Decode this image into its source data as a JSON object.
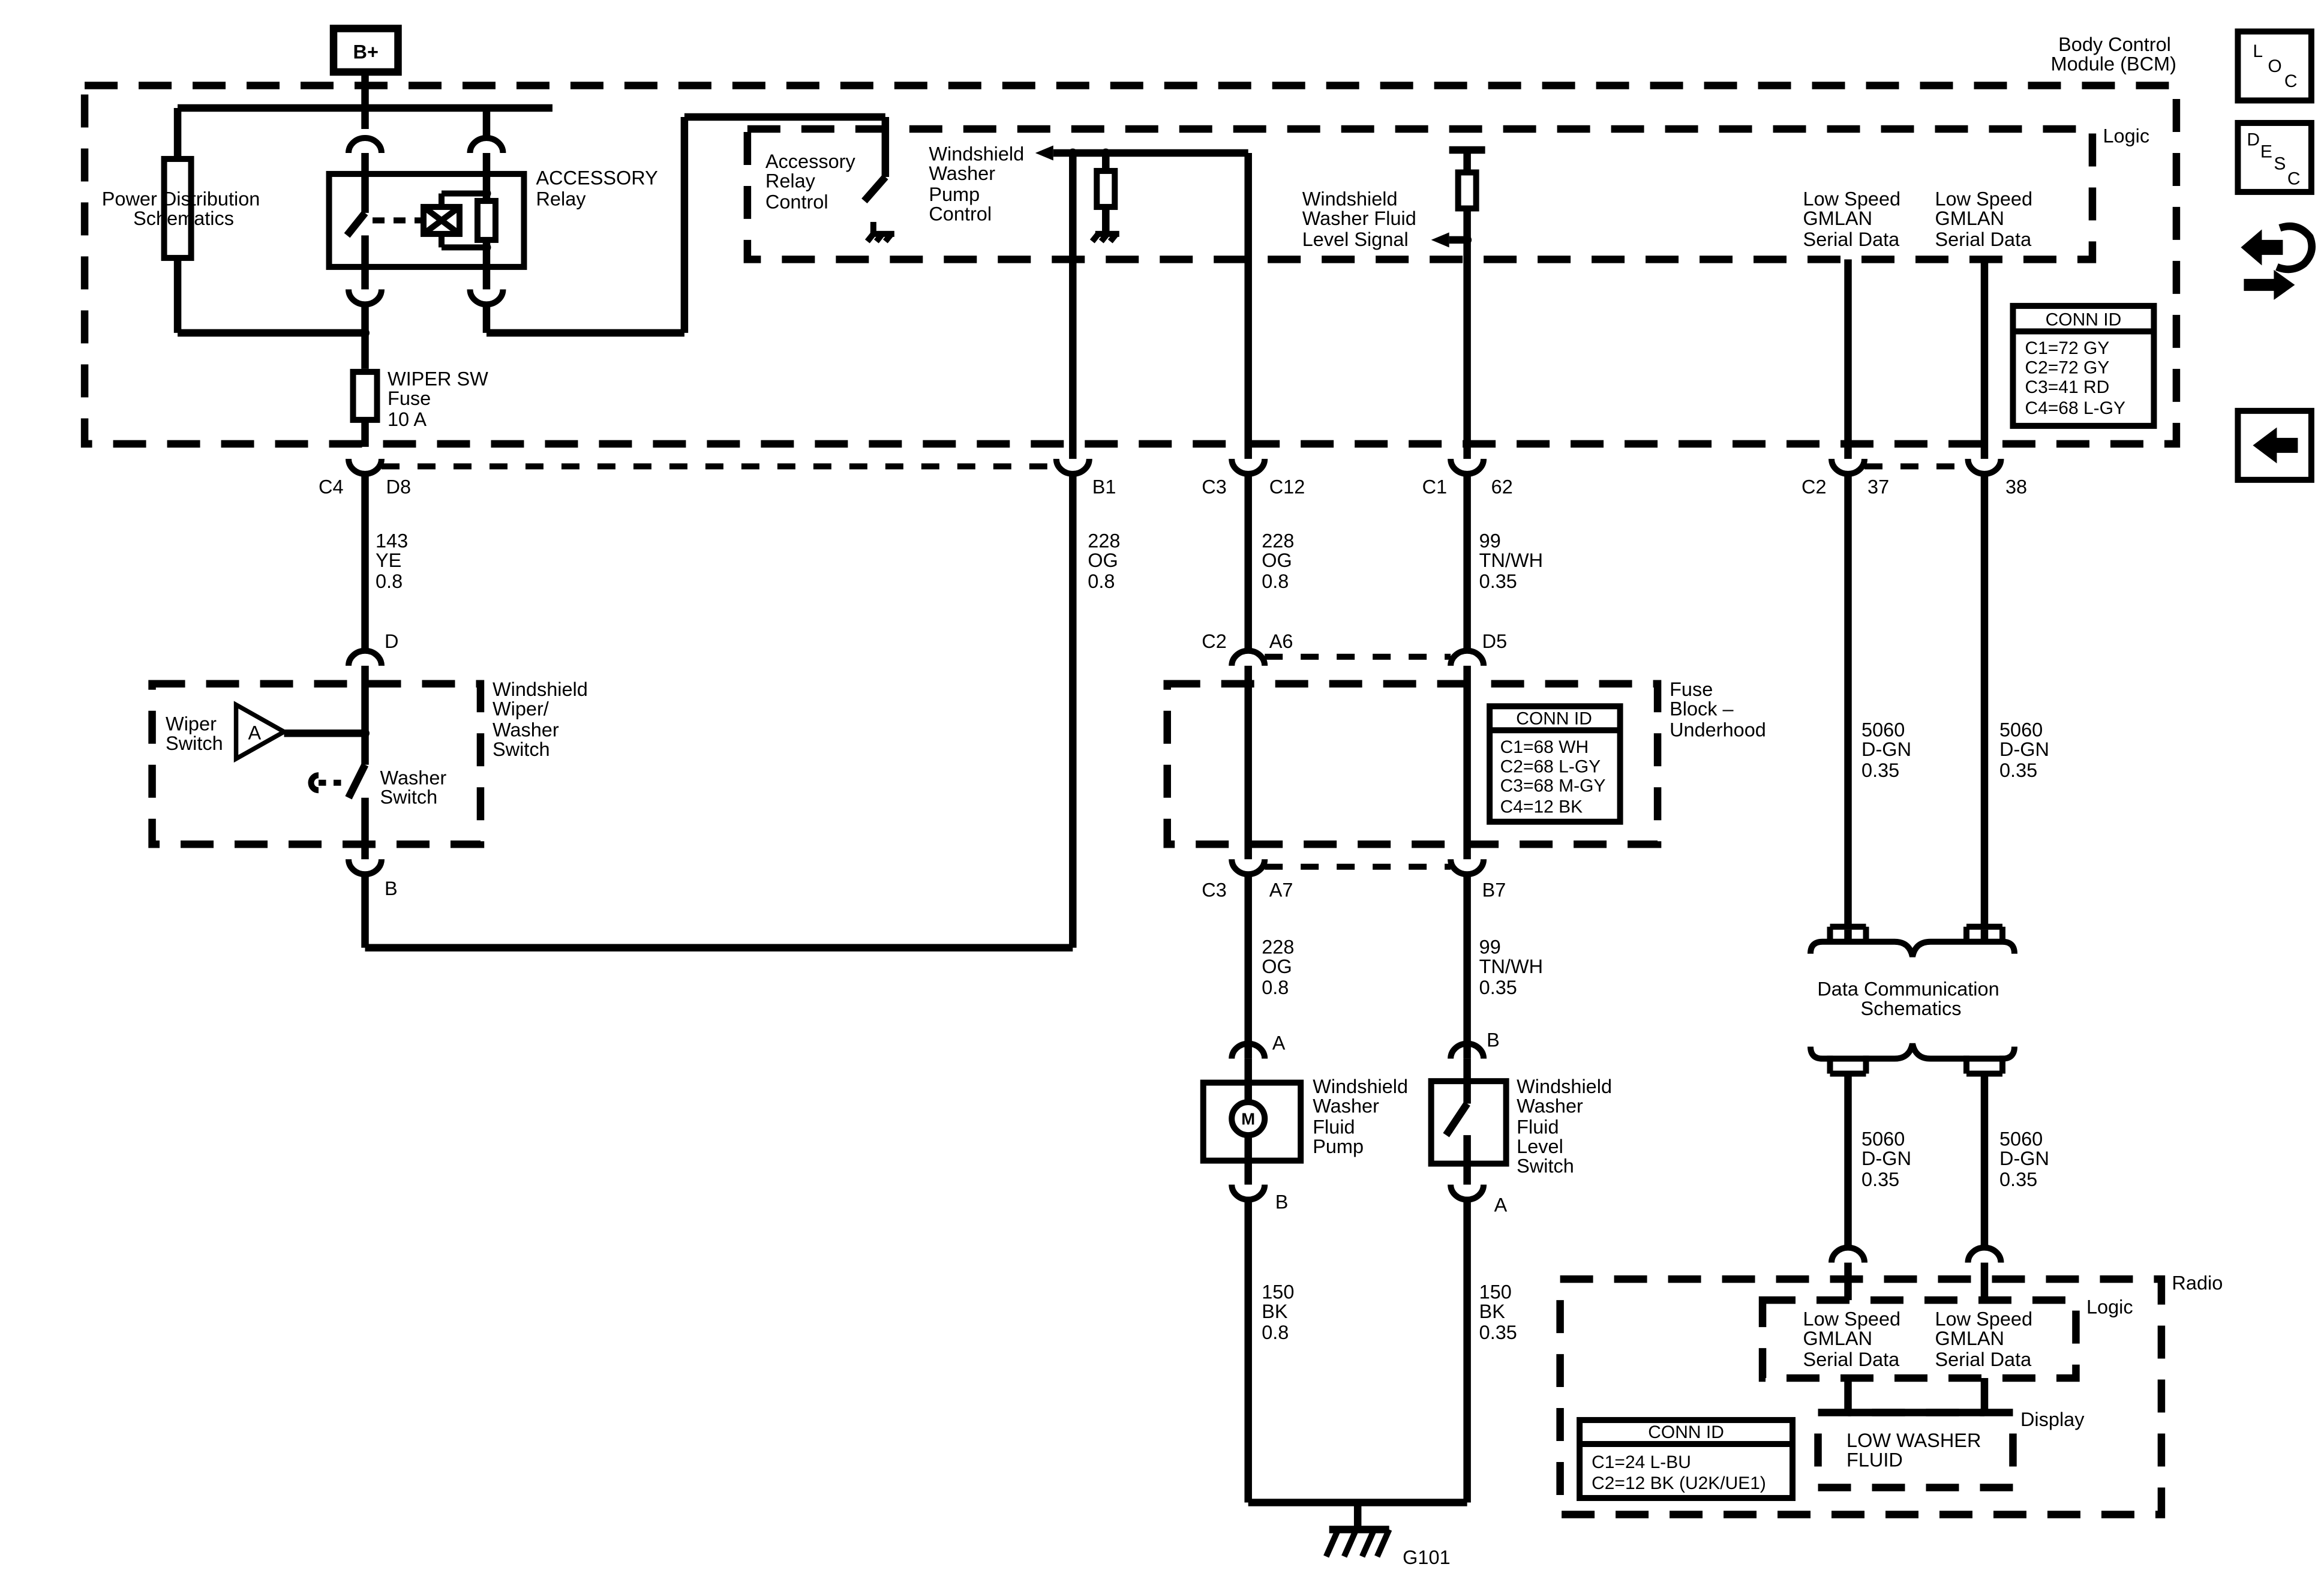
{
  "bplus": "B+",
  "bcm": {
    "title": [
      "Body Control",
      "Module (BCM)"
    ],
    "logic": "Logic"
  },
  "power_dist": [
    "Power Distribution",
    "Schematics"
  ],
  "relay": {
    "name": [
      "ACCESSORY",
      "Relay"
    ]
  },
  "fuse": [
    "WIPER SW",
    "Fuse",
    "10 A"
  ],
  "acc_relay_control": [
    "Accessory",
    "Relay",
    "Control"
  ],
  "pump_control": [
    "Windshield",
    "Washer",
    "Pump",
    "Control"
  ],
  "level_signal": [
    "Windshield",
    "Washer Fluid",
    "Level Signal"
  ],
  "gmlan1": [
    "Low Speed",
    "GMLAN",
    "Serial Data"
  ],
  "gmlan2": [
    "Low Speed",
    "GMLAN",
    "Serial Data"
  ],
  "bcm_conn": {
    "title": "CONN ID",
    "rows": [
      "C1=72 GY",
      "C2=72 GY",
      "C3=41 RD",
      "C4=68 L-GY"
    ]
  },
  "bcm_pins": {
    "c4": "C4",
    "d8": "D8",
    "b1": "B1",
    "c3": "C3",
    "c12": "C12",
    "c1": "C1",
    "p62": "62",
    "c2": "C2",
    "p37": "37",
    "p38": "38"
  },
  "wires": {
    "w143": [
      "143",
      "YE",
      "0.8"
    ],
    "w228_b1": [
      "228",
      "OG",
      "0.8"
    ],
    "w228_c12": [
      "228",
      "OG",
      "0.8"
    ],
    "w99_top": [
      "99",
      "TN/WH",
      "0.35"
    ],
    "w228_a7": [
      "228",
      "OG",
      "0.8"
    ],
    "w99_b7": [
      "99",
      "TN/WH",
      "0.35"
    ],
    "w5060_1": [
      "5060",
      "D-GN",
      "0.35"
    ],
    "w5060_2": [
      "5060",
      "D-GN",
      "0.35"
    ],
    "w5060_3": [
      "5060",
      "D-GN",
      "0.35"
    ],
    "w5060_4": [
      "5060",
      "D-GN",
      "0.35"
    ],
    "w150_a": [
      "150",
      "BK",
      "0.8"
    ],
    "w150_b": [
      "150",
      "BK",
      "0.35"
    ]
  },
  "wiper_sw": {
    "title": [
      "Windshield",
      "Wiper/",
      "Washer",
      "Switch"
    ],
    "wiper": [
      "Wiper",
      "Switch"
    ],
    "washer": [
      "Washer",
      "Switch"
    ],
    "pin_d": "D",
    "pin_b": "B",
    "a_symbol": "A"
  },
  "fuse_block": {
    "title": [
      "Fuse",
      "Block –",
      "Underhood"
    ],
    "pins": {
      "c2": "C2",
      "a6": "A6",
      "d5": "D5",
      "c3": "C3",
      "a7": "A7",
      "b7": "B7"
    },
    "conn": {
      "title": "CONN ID",
      "rows": [
        "C1=68 WH",
        "C2=68 L-GY",
        "C3=68 M-GY",
        "C4=12 BK"
      ]
    }
  },
  "pump": {
    "title": [
      "Windshield",
      "Washer",
      "Fluid",
      "Pump"
    ],
    "motor": "M",
    "pin_a": "A",
    "pin_b": "B"
  },
  "level_switch": {
    "title": [
      "Windshield",
      "Washer",
      "Fluid",
      "Level",
      "Switch"
    ],
    "pin_b": "B",
    "pin_a": "A"
  },
  "data_comm": [
    "Data Communication",
    "Schematics"
  ],
  "ground": "G101",
  "radio": {
    "title": "Radio",
    "logic": "Logic",
    "display": "Display",
    "gmlan1": [
      "Low Speed",
      "GMLAN",
      "Serial Data"
    ],
    "gmlan2": [
      "Low Speed",
      "GMLAN",
      "Serial Data"
    ],
    "msg": [
      "LOW WASHER",
      "FLUID"
    ],
    "conn": {
      "title": "CONN ID",
      "rows": [
        "C1=24 L-BU",
        "C2=12 BK (U2K/UE1)"
      ]
    }
  },
  "side_icons": {
    "loc": {
      "letters": [
        "L",
        "O",
        "C"
      ],
      "icon": "location-icon"
    },
    "desc": {
      "letters": [
        "D",
        "E",
        "S",
        "C"
      ],
      "icon": "description-icon"
    },
    "connector": {
      "icon": "connector-hand-icon"
    },
    "back": {
      "icon": "back-arrow-icon"
    }
  }
}
